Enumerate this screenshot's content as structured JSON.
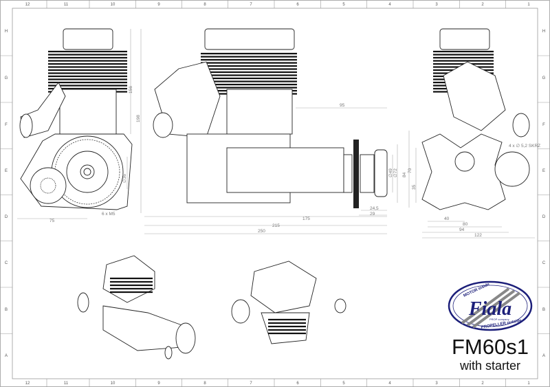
{
  "frame": {
    "columns": [
      "12",
      "11",
      "10",
      "9",
      "8",
      "7",
      "6",
      "5",
      "4",
      "3",
      "2",
      "1"
    ],
    "rows": [
      "H",
      "G",
      "F",
      "E",
      "D",
      "C",
      "B",
      "A"
    ]
  },
  "dimensions": {
    "left_view": {
      "height_head": "156",
      "height_total": "198",
      "bolt_circle": "∅36",
      "bolts": "6 x M5",
      "offset": "75"
    },
    "side_view": {
      "top": "95",
      "len_175": "175",
      "len_215": "215",
      "len_250": "250",
      "len_24_5": "24,5",
      "len_29": "29",
      "dia_49": "∅49",
      "dia_72": "∅72"
    },
    "right_view": {
      "holes": "4 x ∅ 5,2 SKRZ",
      "h84": "84",
      "h70": "70",
      "h35": "35",
      "w40": "40",
      "w80": "80",
      "w94": "94",
      "w122": "122"
    }
  },
  "logo": {
    "top": "MOTOR inside",
    "brand": "Fiala",
    "tag": "PROP company",
    "bottom": "PROPELLER outside",
    "color": "#1c1f7a"
  },
  "title": {
    "model": "FM60s1",
    "subtitle": "with starter"
  }
}
